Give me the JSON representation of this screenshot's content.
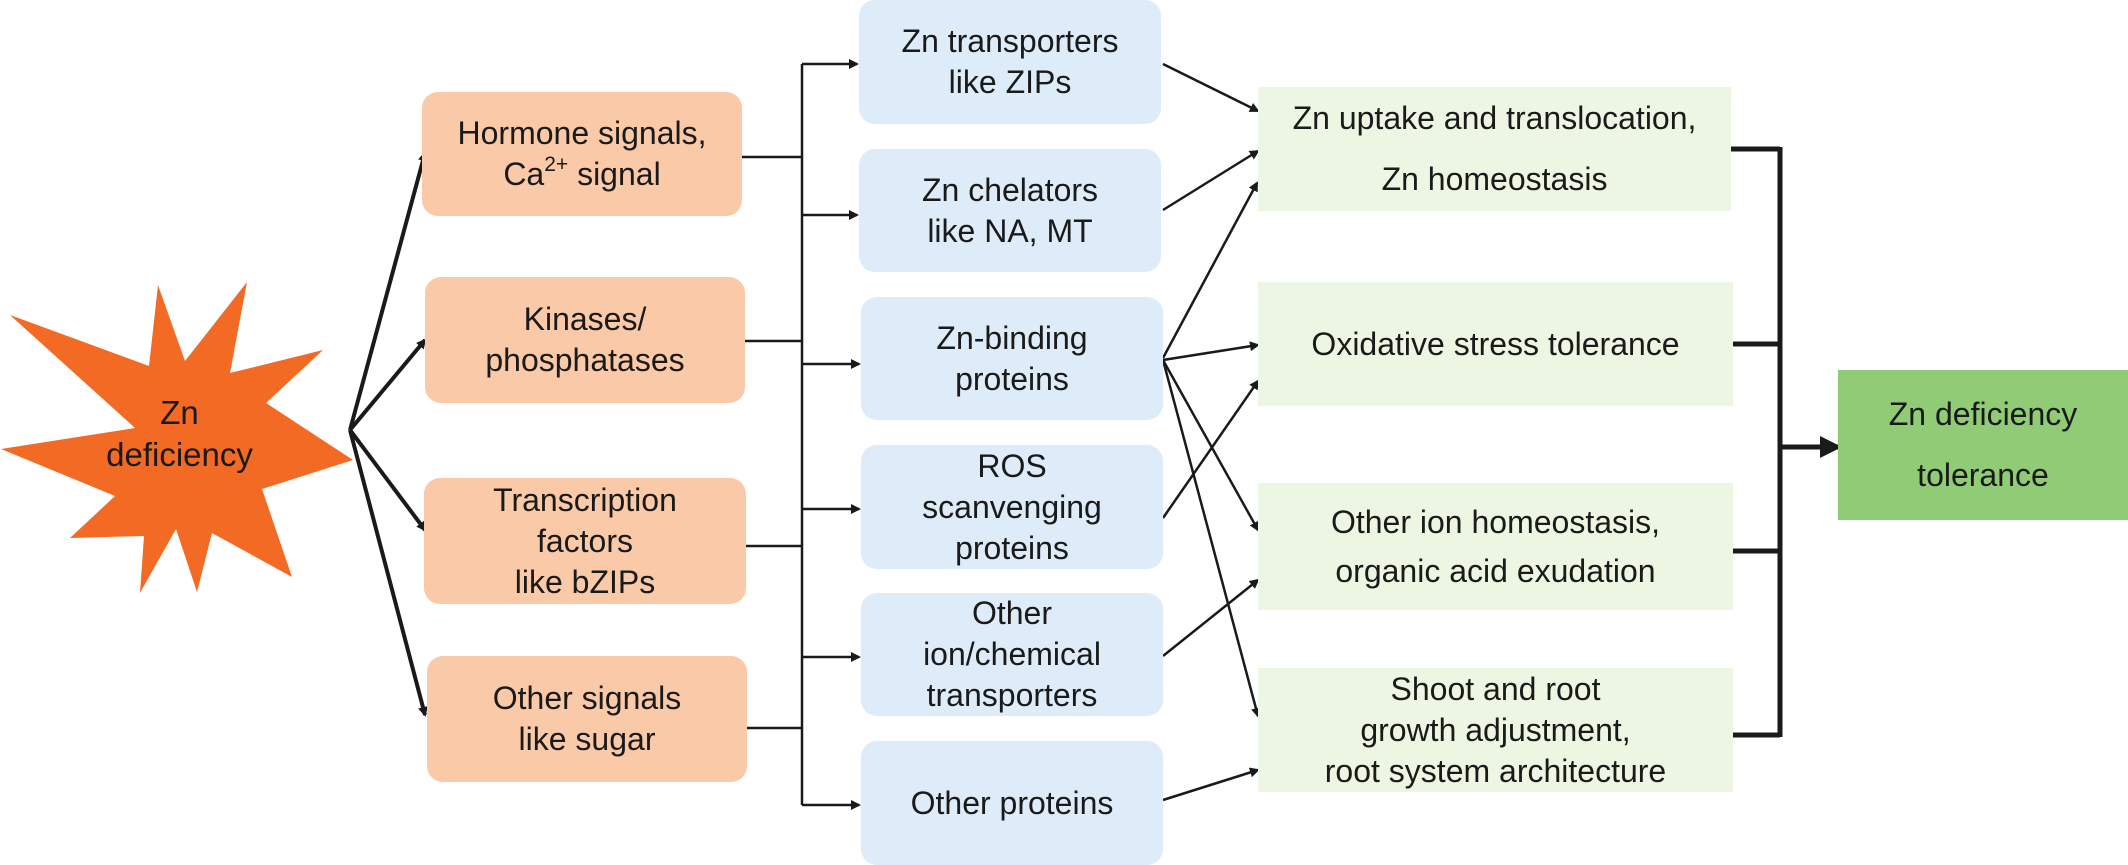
{
  "colors": {
    "burst": "#f26a24",
    "signal_box": "#f9c9a8",
    "effector_box": "#deebf8",
    "outcome_box": "#ecf6e3",
    "final_box": "#8fcc75",
    "arrow": "#1a1a1a"
  },
  "trigger": {
    "lines": [
      "Zn",
      "deficiency"
    ]
  },
  "signals": [
    {
      "line1_main": "Hormone signals,",
      "line2_main": "Ca",
      "line2_sup": "2+",
      "line2_rest": " signal"
    },
    {
      "lines": [
        "Kinases/",
        "phosphatases"
      ]
    },
    {
      "lines": [
        "Transcription",
        "factors",
        "like bZIPs"
      ]
    },
    {
      "lines": [
        "Other signals",
        "like sugar"
      ]
    }
  ],
  "effectors": [
    {
      "lines": [
        "Zn transporters",
        "like ZIPs"
      ]
    },
    {
      "lines": [
        "Zn chelators",
        "like NA, MT"
      ]
    },
    {
      "lines": [
        "Zn-binding",
        "proteins"
      ]
    },
    {
      "lines": [
        "ROS",
        "scanvenging",
        "proteins"
      ]
    },
    {
      "lines": [
        "Other",
        "ion/chemical",
        "transporters"
      ]
    },
    {
      "lines": [
        "Other proteins"
      ]
    }
  ],
  "outcomes": [
    {
      "lines": [
        "Zn uptake and translocation,",
        "Zn homeostasis"
      ]
    },
    {
      "lines": [
        "Oxidative stress tolerance"
      ]
    },
    {
      "lines": [
        "Other ion homeostasis,",
        "organic acid exudation"
      ]
    },
    {
      "lines": [
        "Shoot and root",
        "growth adjustment,",
        "root system architecture"
      ]
    }
  ],
  "final": {
    "lines": [
      "Zn deficiency",
      "tolerance"
    ]
  }
}
